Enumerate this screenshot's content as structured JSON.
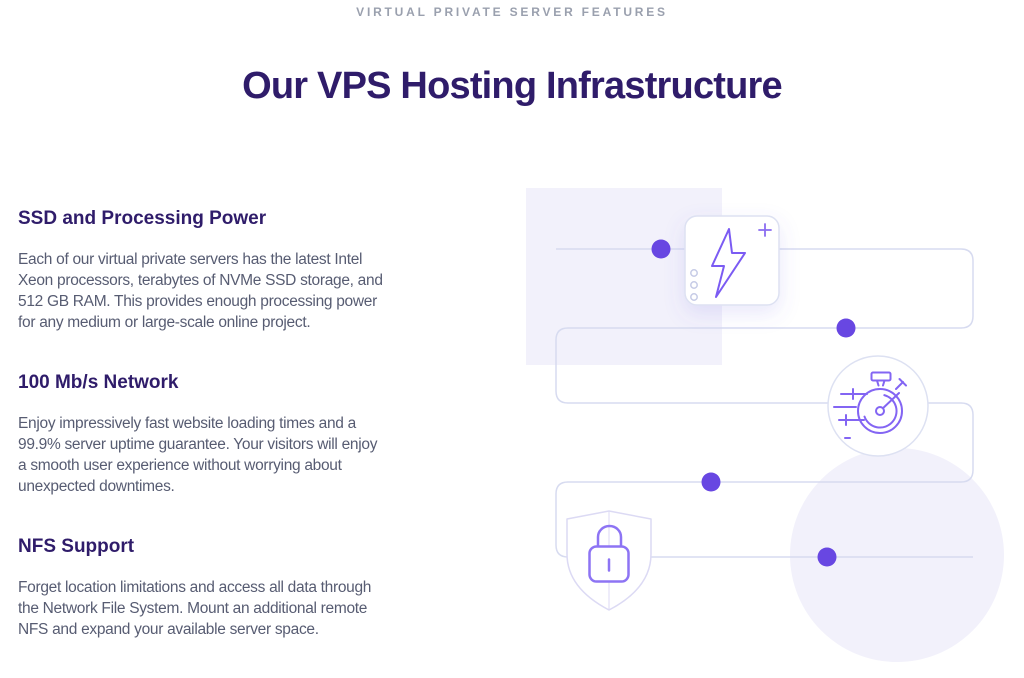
{
  "header": {
    "eyebrow": "VIRTUAL PRIVATE SERVER FEATURES",
    "title": "Our VPS Hosting Infrastructure"
  },
  "features": [
    {
      "heading": "SSD and Processing Power",
      "body": "Each of our virtual private servers has the latest Intel\nXeon processors, terabytes of NVMe SSD storage, and\n512 GB RAM. This provides enough processing power\nfor any medium or large-scale online project."
    },
    {
      "heading": "100 Mb/s Network",
      "body": "Enjoy impressively fast website loading times and a\n99.9% server uptime guarantee. Your visitors will enjoy\na smooth user experience without worrying about\nunexpected downtimes."
    },
    {
      "heading": "NFS Support",
      "body": "Forget location limitations and access all data through\nthe Network File System. Mount an additional remote\nNFS and expand your available server space."
    }
  ],
  "illustration": {
    "icons": [
      "lightning-card-icon",
      "stopwatch-icon",
      "shield-lock-icon"
    ],
    "colors": {
      "accent_dot": "#6847e2",
      "connector_line": "#d7dbf0",
      "icon_stroke": "#7e5ef2",
      "lock_stroke": "#8d74f4",
      "soft_fill": "#f2f1fb",
      "card_border": "#dde1f2",
      "shield_stroke": "#dcdaf4"
    }
  },
  "colors": {
    "title_text": "#2f1c6a",
    "eyebrow_text": "#9aa0ae",
    "body_text": "#575c72",
    "background": "#ffffff"
  }
}
